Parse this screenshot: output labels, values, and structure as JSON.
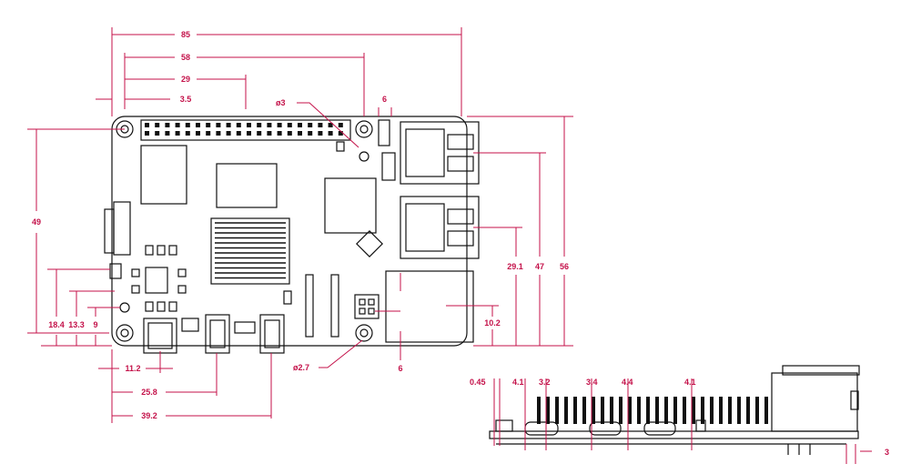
{
  "colors": {
    "dimension": "#c4124a",
    "outline": "#111111",
    "background": "#ffffff"
  },
  "top_view": {
    "dims": {
      "overall_width": "85",
      "mount_span": "58",
      "gpio_offset": "29",
      "left_hole": "3.5",
      "hole_dia": "ø3",
      "top_gap": "6",
      "height_left": "49",
      "eth_h": "56",
      "usb_upper": "47",
      "usb_lower": "29.1",
      "usb_bottom": "10.2",
      "bottom_gap": "6",
      "hole_dia_small": "ø2.7",
      "audio_18": "18.4",
      "audio_13": "13.3",
      "audio_9": "9",
      "usbc": "11.2",
      "hdmi0": "25.8",
      "hdmi1": "39.2"
    }
  },
  "side_view": {
    "dims": {
      "d1": "0.45",
      "d2": "4.1",
      "d3": "3.2",
      "d4": "3.4",
      "d5": "4.4",
      "d6": "4.1",
      "d7": "3"
    }
  }
}
